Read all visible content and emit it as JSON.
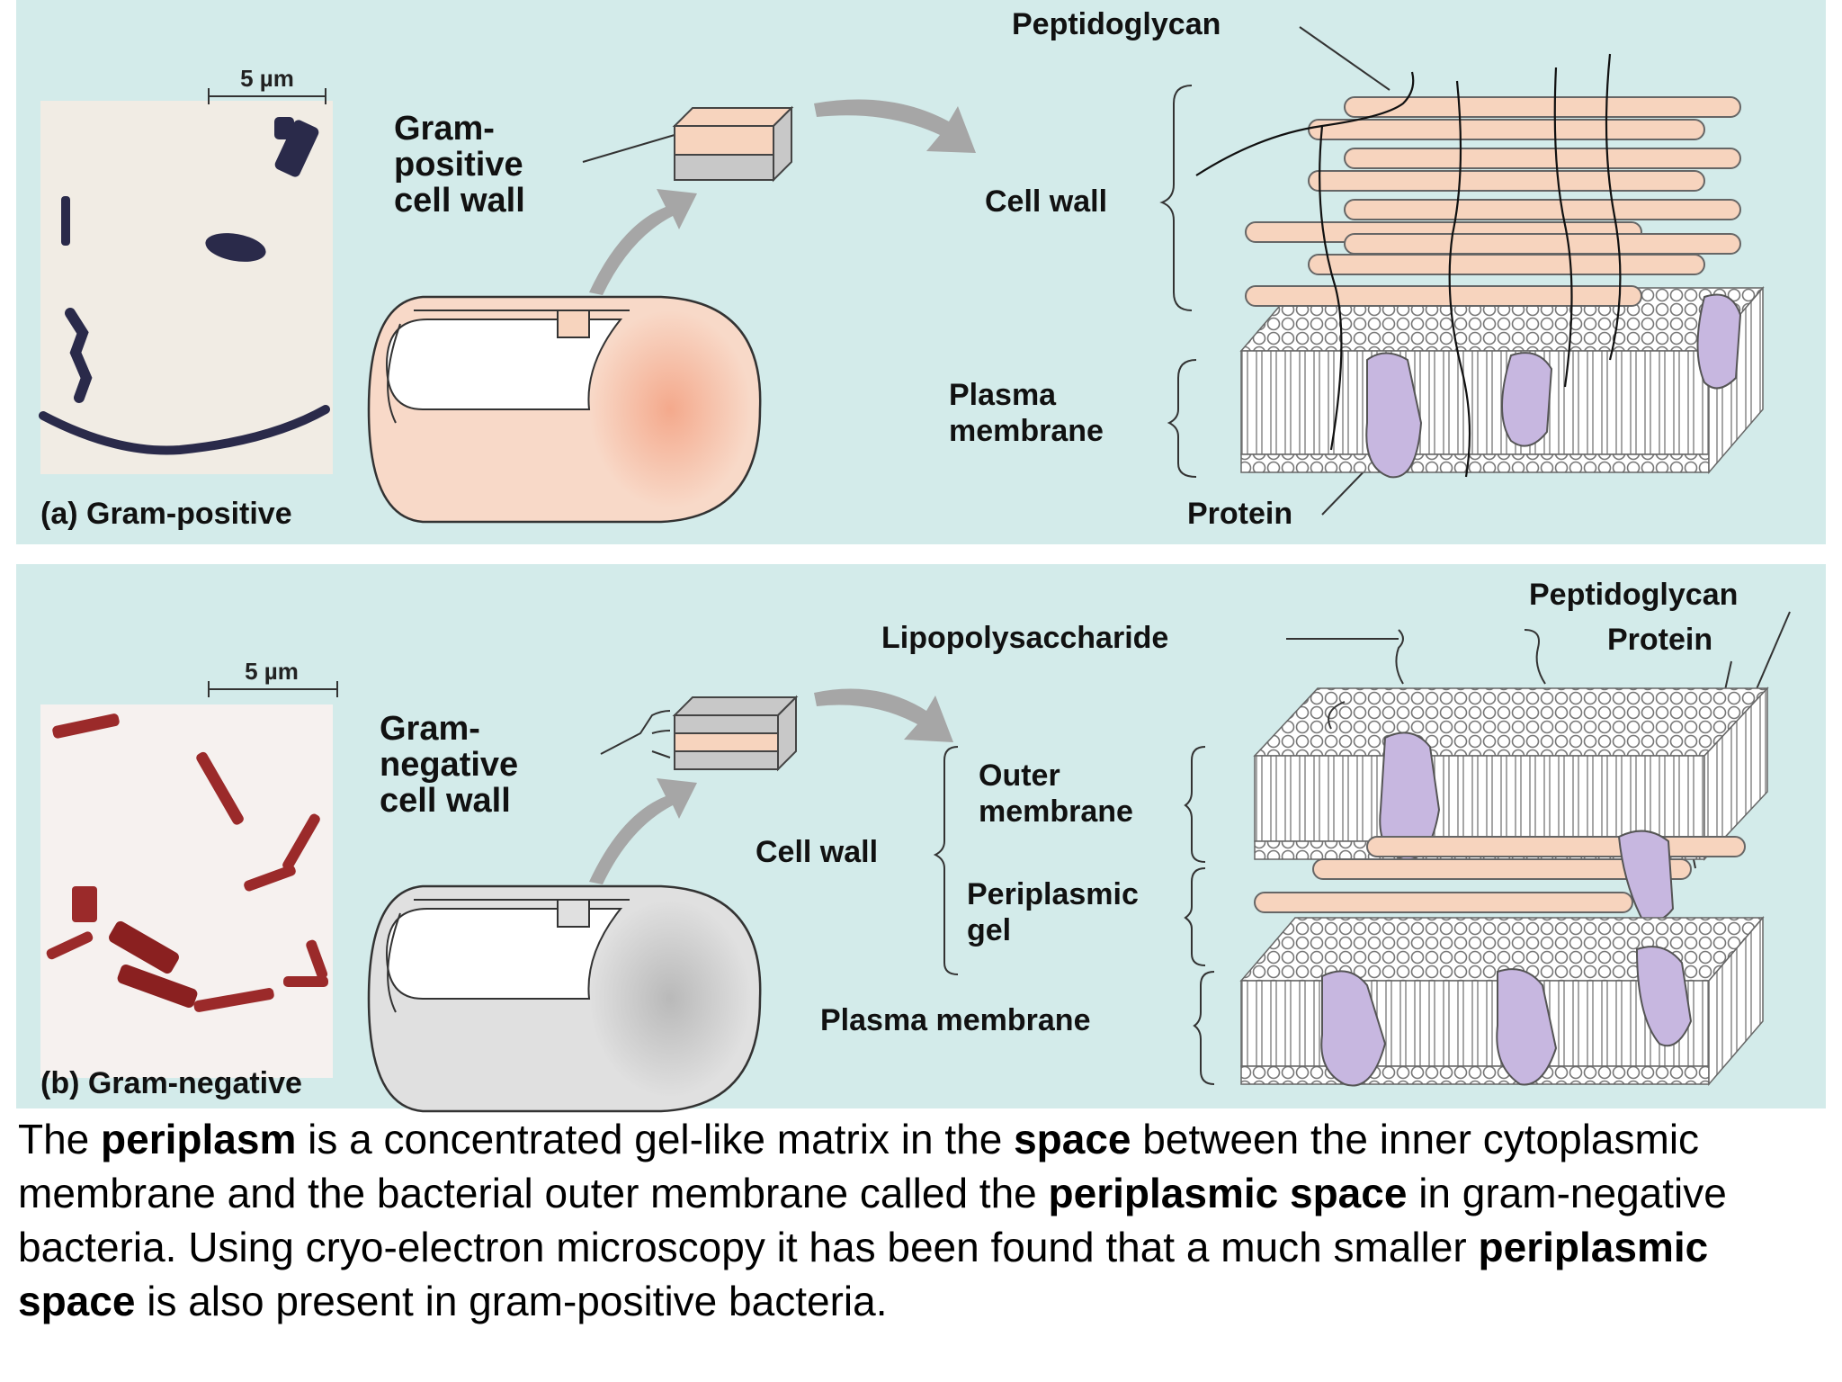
{
  "panel_a": {
    "title": "(a) Gram-positive",
    "scale": "5 µm",
    "wall_label": [
      "Gram-",
      "positive",
      "cell wall"
    ],
    "peptidoglycan": "Peptidoglycan",
    "cell_wall": "Cell wall",
    "plasma_membrane": [
      "Plasma",
      "membrane"
    ],
    "protein": "Protein"
  },
  "panel_b": {
    "title": "(b) Gram-negative",
    "scale": "5 µm",
    "wall_label": [
      "Gram-",
      "negative",
      "cell wall"
    ],
    "lipopolysaccharide": "Lipopolysaccharide",
    "peptidoglycan": "Peptidoglycan",
    "protein": "Protein",
    "outer_membrane": [
      "Outer",
      "membrane"
    ],
    "cell_wall": "Cell wall",
    "periplasmic_gel": [
      "Periplasmic",
      "gel"
    ],
    "plasma_membrane": "Plasma membrane"
  },
  "caption": {
    "s1": "The ",
    "b1": "periplasm",
    "s2": " is a concentrated gel-like matrix in the ",
    "b2": "space",
    "s3": " between the inner cytoplasmic membrane and the bacterial outer membrane called the ",
    "b3": "periplasmic space",
    "s4": " in gram-negative bacteria. Using cryo-electron microscopy it has been found that a much smaller ",
    "b4": "periplasmic space",
    "s5": " is also present in gram-positive bacteria."
  },
  "colors": {
    "panel_bg": "#d3ebea",
    "peptidoglycan": "#f7d4be",
    "protein": "#c7b7e0",
    "gram_pos_stain": "#2a2a4a",
    "gram_neg_stain": "#9b2a2a"
  }
}
